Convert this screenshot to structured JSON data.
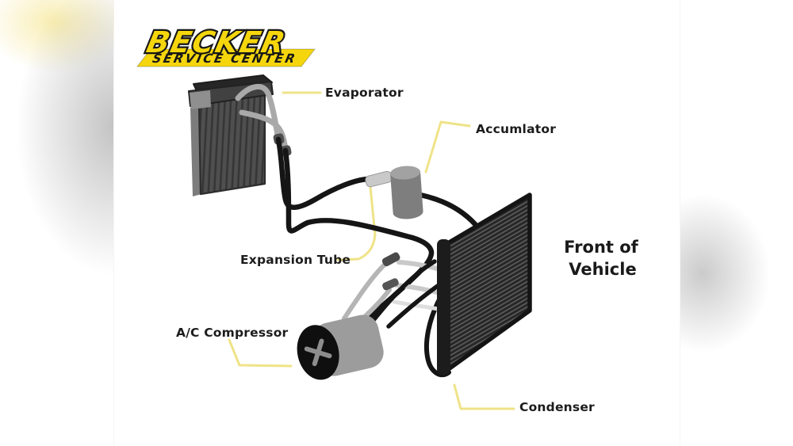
{
  "brand": {
    "name": "BECKER",
    "tagline": "SERVICE CENTER"
  },
  "labels": {
    "evaporator": "Evaporator",
    "accumulator": "Accumlator",
    "expansion_tube": "Expansion Tube",
    "compressor": "A/C Compressor",
    "condenser": "Condenser"
  },
  "annotation": {
    "front_line1": "Front of",
    "front_line2": "Vehicle"
  },
  "colors": {
    "logo_yellow": "#f5d60c",
    "leader_yellow": "#efe388",
    "ink_black": "#1b1b1b",
    "hose_black": "#151515",
    "tube_gray": "#a9a9a9",
    "light_tube_gray": "#c9c9c9",
    "component_gray": "#9c9c9c",
    "accumulator_gray": "#7e7e7e",
    "condenser_dark": "#262626"
  }
}
